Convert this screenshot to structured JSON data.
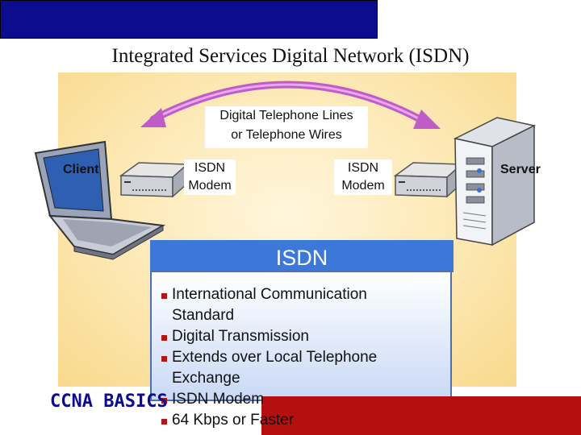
{
  "title": "Integrated Services Digital Network (ISDN)",
  "labels": {
    "lines_line1": "Digital Telephone Lines",
    "lines_line2": "or Telephone Wires",
    "client": "Client",
    "server": "Server",
    "modem_left_line1": "ISDN",
    "modem_left_line2": "Modem",
    "modem_right_line1": "ISDN",
    "modem_right_line2": "Modem"
  },
  "isdn_heading": "ISDN",
  "bullets": [
    "International Communication Standard",
    "Digital Transmission",
    "Extends over Local Telephone Exchange",
    "ISDN Modem",
    "64 Kbps or Faster"
  ],
  "footer": {
    "brand": "CCNA BASICS"
  },
  "colors": {
    "title_bar": "#0c0c8e",
    "footer_bar": "#b50f0f",
    "accent_arrow": "#c05cc8",
    "bullet": "#b01818",
    "isdn_heading": "#3b78d8"
  }
}
